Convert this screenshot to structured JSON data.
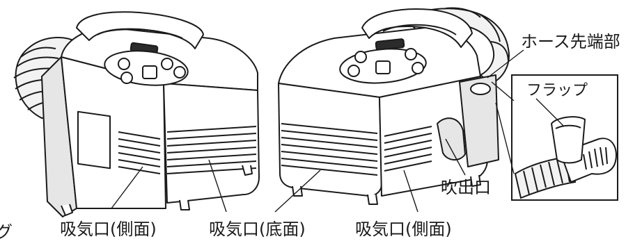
{
  "labels": {
    "hose_tip": "ホース先端部",
    "flap": "フラップ",
    "outlet": "吹出口",
    "intake_side_left": "吸気口(側面)",
    "intake_bottom": "吸気口(底面)",
    "intake_side_right": "吸気口(側面)",
    "cut_off_left": "グ"
  },
  "colors": {
    "line": "#1a1a1a",
    "body_fill": "#ffffff",
    "shade": "#e6e6e6",
    "display": "#2b2b2b"
  }
}
